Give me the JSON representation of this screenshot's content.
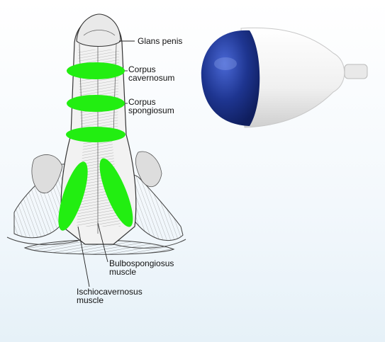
{
  "labels": {
    "glans": "Glans penis",
    "cavernosum_1": "Corpus",
    "cavernosum_2": "cavernosum",
    "spongiosum_1": "Corpus",
    "spongiosum_2": "spongiosum",
    "bulbo_1": "Bulbospongiosus",
    "bulbo_2": "muscle",
    "ischio_1": "Ischiocavernosus",
    "ischio_2": "muscle"
  },
  "colors": {
    "electrode": "#22ee11",
    "probe_tip": "#1a2f8c",
    "probe_body": "#f4f4f4",
    "line_art": "#333333"
  },
  "icons": {
    "probe": "electrode-probe-icon"
  }
}
